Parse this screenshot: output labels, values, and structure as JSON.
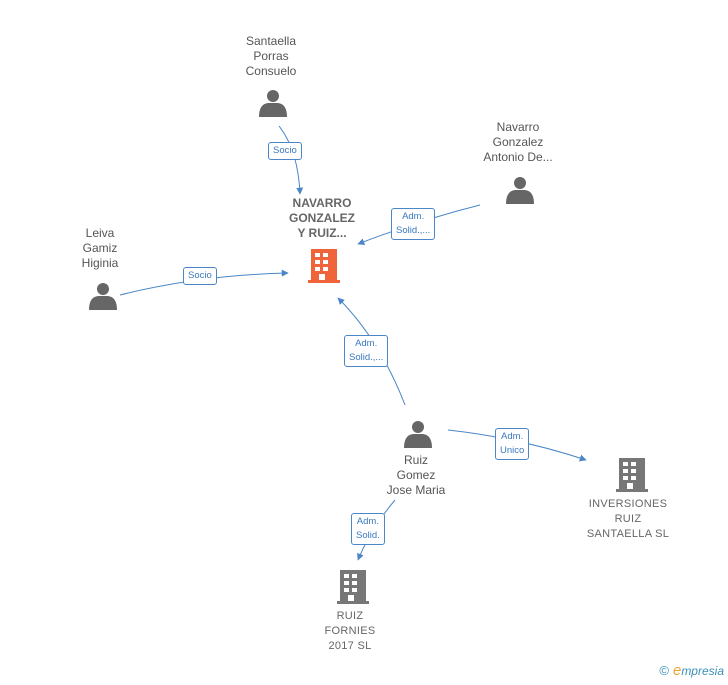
{
  "nodes": {
    "main_company": {
      "lines": [
        "NAVARRO",
        "GONZALEZ",
        "Y RUIZ..."
      ]
    },
    "santaella": {
      "lines": [
        "Santaella",
        "Porras",
        "Consuelo"
      ]
    },
    "navarro_antonio": {
      "lines": [
        "Navarro",
        "Gonzalez",
        "Antonio De..."
      ]
    },
    "leiva": {
      "lines": [
        "Leiva",
        "Gamiz",
        "Higinia"
      ]
    },
    "ruiz_gomez": {
      "lines": [
        "Ruiz",
        "Gomez",
        "Jose Maria"
      ]
    },
    "inversiones": {
      "lines": [
        "INVERSIONES",
        "RUIZ",
        "SANTAELLA  SL"
      ]
    },
    "ruiz_fornies": {
      "lines": [
        "RUIZ",
        "FORNIES",
        "2017  SL"
      ]
    }
  },
  "edges": {
    "santaella_main": {
      "lines": [
        "Socio"
      ]
    },
    "navarro_main": {
      "lines": [
        "Adm.",
        "Solid.,..."
      ]
    },
    "leiva_main": {
      "lines": [
        "Socio"
      ]
    },
    "ruiz_main": {
      "lines": [
        "Adm.",
        "Solid.,..."
      ]
    },
    "ruiz_inversiones": {
      "lines": [
        "Adm.",
        "Unico"
      ]
    },
    "ruiz_fornies": {
      "lines": [
        "Adm.",
        "Solid."
      ]
    }
  },
  "colors": {
    "edge": "#4a86c8",
    "person_icon": "#666666",
    "main_company_icon": "#f0643c",
    "company_icon": "#777777"
  },
  "footer": {
    "copyright_symbol": "©",
    "brand_e": "e",
    "brand_rest": "mpresia"
  }
}
